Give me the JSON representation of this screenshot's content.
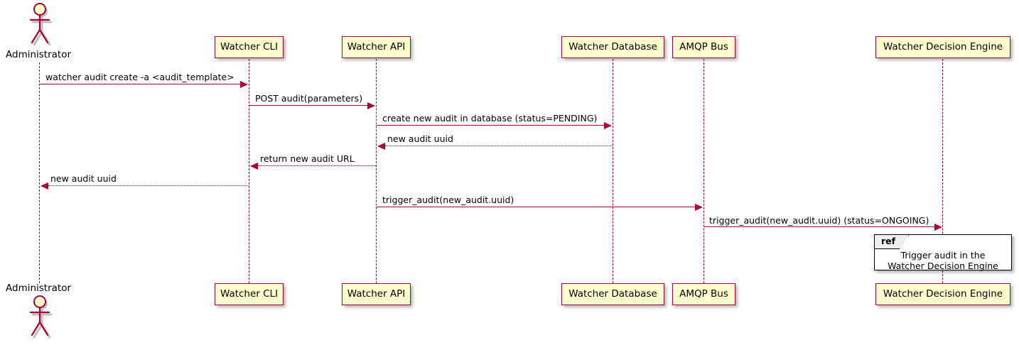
{
  "diagram": {
    "type": "uml-sequence-diagram",
    "colors": {
      "participant_fill": "#FEFECE",
      "participant_border": "#A80036",
      "lifeline": "#A80036",
      "arrow": "#A80036",
      "text": "#000000",
      "background": "#FFFFFF",
      "ref_border": "#000000",
      "ref_tab_fill": "#EEEEEE"
    }
  },
  "actors": [
    {
      "name": "administrator",
      "label": "Administrator"
    }
  ],
  "participants": [
    {
      "name": "watcher-cli",
      "label": "Watcher CLI"
    },
    {
      "name": "watcher-api",
      "label": "Watcher API"
    },
    {
      "name": "watcher-database",
      "label": "Watcher Database"
    },
    {
      "name": "amqp-bus",
      "label": "AMQP Bus"
    },
    {
      "name": "watcher-decision-engine",
      "label": "Watcher Decision Engine"
    }
  ],
  "messages": [
    {
      "index": 0,
      "from": "Administrator",
      "to": "Watcher CLI",
      "label": "watcher audit create -a <audit_template>",
      "style": "solid",
      "direction": "right"
    },
    {
      "index": 1,
      "from": "Watcher CLI",
      "to": "Watcher API",
      "label": "POST audit(parameters)",
      "style": "solid",
      "direction": "right"
    },
    {
      "index": 2,
      "from": "Watcher API",
      "to": "Watcher Database",
      "label": "create new audit in database (status=PENDING)",
      "style": "solid",
      "direction": "right"
    },
    {
      "index": 3,
      "from": "Watcher Database",
      "to": "Watcher API",
      "label": "new audit uuid",
      "style": "dotted",
      "direction": "left"
    },
    {
      "index": 4,
      "from": "Watcher API",
      "to": "Watcher CLI",
      "label": "return new audit URL",
      "style": "dotted",
      "direction": "left"
    },
    {
      "index": 5,
      "from": "Watcher CLI",
      "to": "Administrator",
      "label": "new audit uuid",
      "style": "dotted",
      "direction": "left"
    },
    {
      "index": 6,
      "from": "Watcher API",
      "to": "AMQP Bus",
      "label": "trigger_audit(new_audit.uuid)",
      "style": "solid",
      "direction": "right"
    },
    {
      "index": 7,
      "from": "AMQP Bus",
      "to": "Watcher Decision Engine",
      "label": "trigger_audit(new_audit.uuid) (status=ONGOING)",
      "style": "solid",
      "direction": "right"
    }
  ],
  "ref_fragment": {
    "keyword": "ref",
    "line1": "Trigger audit in the",
    "line2": "Watcher Decision Engine"
  }
}
